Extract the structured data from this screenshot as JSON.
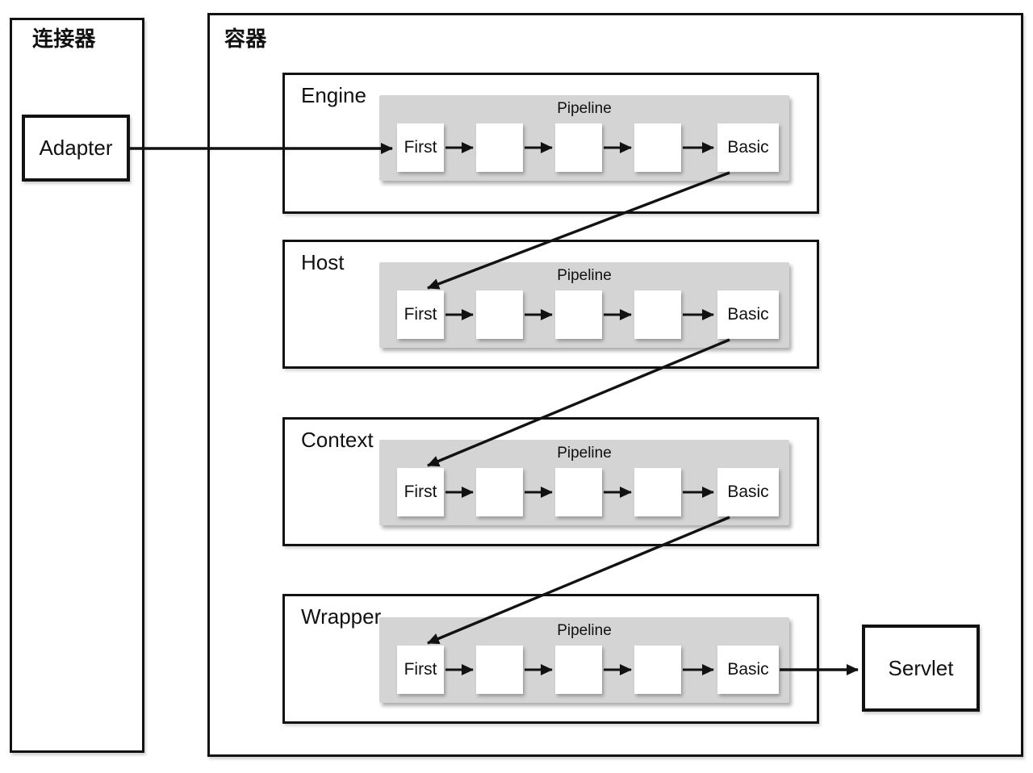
{
  "connector": {
    "label": "连接器",
    "adapter_label": "Adapter"
  },
  "container": {
    "label": "容器"
  },
  "rows": [
    {
      "label": "Engine",
      "pipeline_label": "Pipeline",
      "valves": [
        "First",
        "",
        "",
        "",
        "Basic"
      ]
    },
    {
      "label": "Host",
      "pipeline_label": "Pipeline",
      "valves": [
        "First",
        "",
        "",
        "",
        "Basic"
      ]
    },
    {
      "label": "Context",
      "pipeline_label": "Pipeline",
      "valves": [
        "First",
        "",
        "",
        "",
        "Basic"
      ]
    },
    {
      "label": "Wrapper",
      "pipeline_label": "Pipeline",
      "valves": [
        "First",
        "",
        "",
        "",
        "Basic"
      ]
    }
  ],
  "servlet": {
    "label": "Servlet"
  },
  "colors": {
    "background": "#ffffff",
    "pipeline_bg": "#d4d4d4",
    "line": "#121212",
    "box_bg": "#ffffff"
  },
  "flows": [
    "Adapter → Engine Pipeline First",
    "Engine Basic → Host Pipeline First",
    "Host Basic → Context Pipeline First",
    "Context Basic → Wrapper Pipeline First",
    "Wrapper Basic → Servlet"
  ]
}
